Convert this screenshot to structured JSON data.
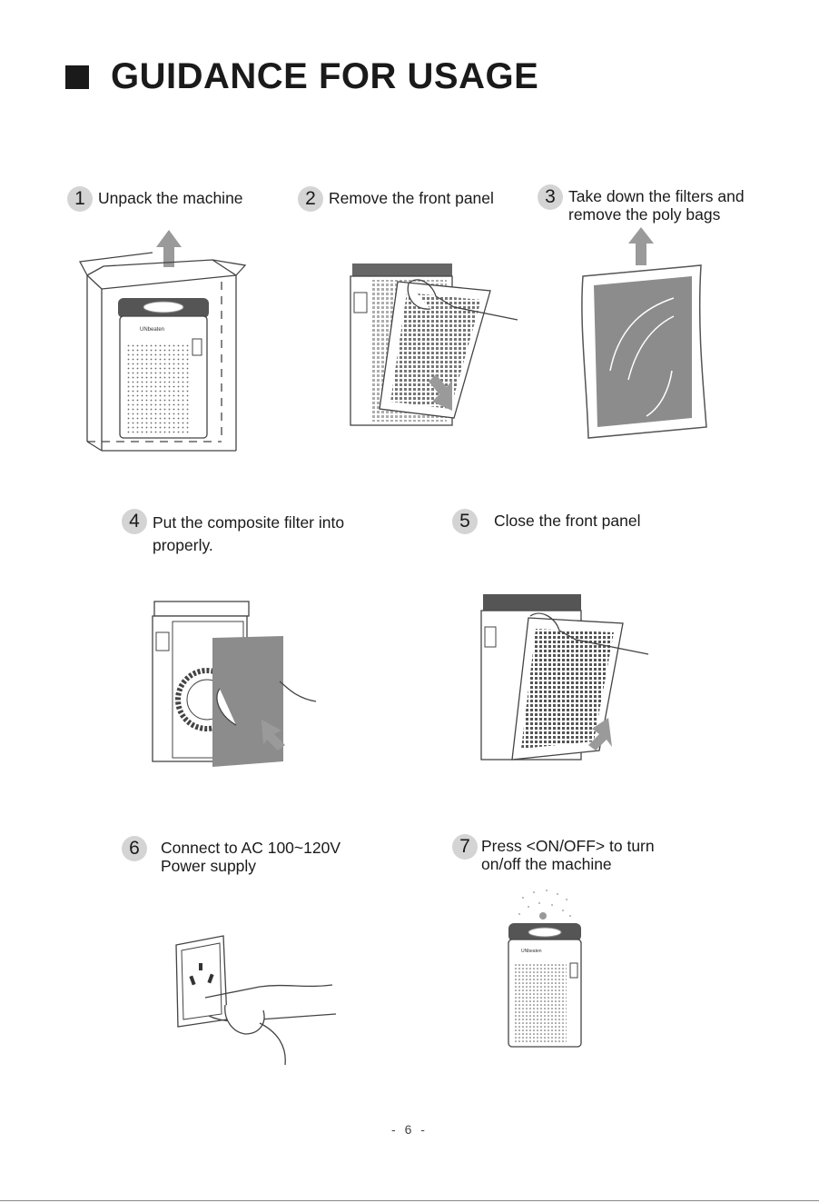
{
  "title": "GUIDANCE FOR USAGE",
  "steps": [
    {
      "num": "1",
      "label": "Unpack the machine"
    },
    {
      "num": "2",
      "label": "Remove the front panel"
    },
    {
      "num": "3",
      "label_line1": "Take down the filters and",
      "label_line2": "remove the poly bags"
    },
    {
      "num": "4",
      "label_line1": "Put the composite filter into",
      "label_line2": "properly."
    },
    {
      "num": "5",
      "label": "Close the front panel"
    },
    {
      "num": "6",
      "label_line1": "Connect to AC 100~120V",
      "label_line2": "Power supply"
    },
    {
      "num": "7",
      "label_line1": "Press <ON/OFF> to turn",
      "label_line2": "on/off the machine"
    }
  ],
  "brand_label": "UNbeaten",
  "page_number": "- 6 -",
  "colors": {
    "text": "#1a1a1a",
    "badge": "#d4d4d4",
    "arrow": "#9a9a9a",
    "filter": "#8c8c8c"
  }
}
